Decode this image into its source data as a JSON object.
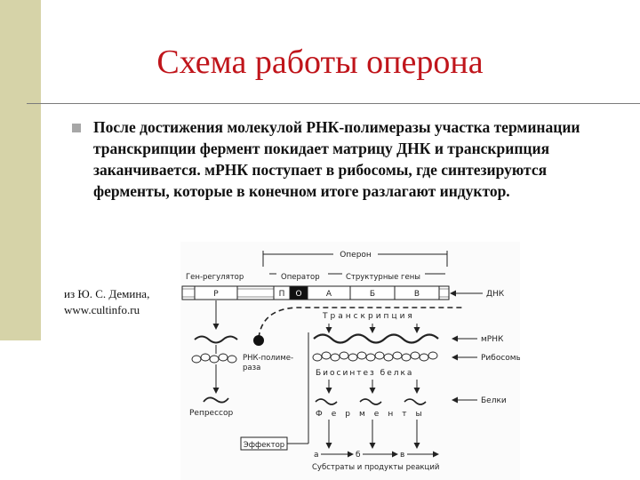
{
  "slide": {
    "title": "Схема работы оперона",
    "paragraph": "После достижения молекулой РНК-полимеразы участка терминации транскрипции фермент покидает матрицу ДНК и транскрипция заканчивается. мРНК поступает в рибосомы, где синтезируются ферменты, которые в конечном итоге разлагают индуктор.",
    "caption_line1": "из Ю. С. Демина,",
    "caption_line2": "www.cultinfo.ru",
    "colors": {
      "title": "#c0151b",
      "sidebar": "#d6d3a8",
      "rule": "#7b7b7b",
      "bullet": "#a7a7a7"
    }
  },
  "diagram": {
    "operon": "Оперон",
    "regulator_gene": "Ген-регулятор",
    "operator": "Оператор",
    "structural_genes": "Структурные гены",
    "box_r": "Р",
    "box_p": "П",
    "box_o": "О",
    "gene_a": "А",
    "gene_b": "Б",
    "gene_v": "В",
    "dna": "ДНК",
    "transcription": "Транскрипция",
    "mrna": "мРНК",
    "ribosomes": "Рибосомы",
    "rna_polymerase_1": "РНК-полиме-",
    "rna_polymerase_2": "раза",
    "biosynthesis": "Биосинтез белка",
    "proteins": "Белки",
    "enzymes": "Ферменты",
    "repressor": "Репрессор",
    "effector": "Эффектор",
    "sub_a": "а",
    "sub_b": "б",
    "sub_v": "в",
    "substrates": "Субстраты и продукты реакций"
  }
}
